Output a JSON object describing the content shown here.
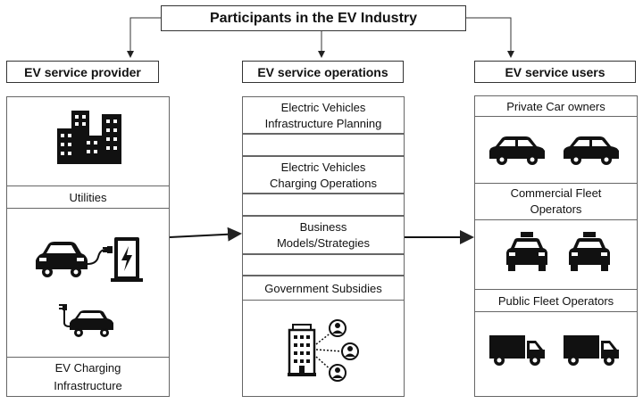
{
  "title": "Participants in the EV Industry",
  "columns": {
    "provider": {
      "header": "EV service provider",
      "utilities": "Utilities",
      "charging_line1": "EV Charging",
      "charging_line2": "Infrastructure"
    },
    "operations": {
      "header": "EV service operations",
      "items": [
        {
          "line1": "Electric Vehicles",
          "line2": "Infrastructure Planning"
        },
        {
          "line1": "Electric Vehicles",
          "line2": "Charging Operations"
        },
        {
          "line1": "Business",
          "line2": "Models/Strategies"
        },
        {
          "line1": "Government Subsidies",
          "line2": ""
        }
      ]
    },
    "users": {
      "header": "EV service users",
      "private": "Private Car owners",
      "commercial_line1": "Commercial Fleet",
      "commercial_line2": "Operators",
      "public": "Public Fleet Operators"
    }
  }
}
